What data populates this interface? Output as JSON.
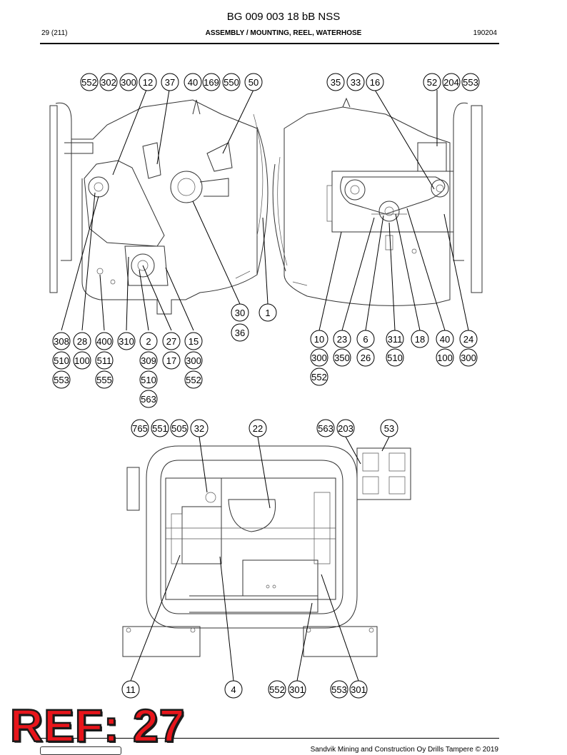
{
  "header": {
    "title": "BG 009 003 18 bB NSS",
    "page": "29 (211)",
    "section": "ASSEMBLY / MOUNTING, REEL, WATERHOSE",
    "code": "190204"
  },
  "footer": {
    "ref_stamp": "REF: 27",
    "copyright": "Sandvik Mining and Construction Oy Drills Tampere © 2019"
  },
  "callouts": {
    "left_top": [
      "552",
      "302",
      "300",
      "12",
      "37",
      "40",
      "169",
      "550",
      "50"
    ],
    "right_top": [
      "35",
      "33",
      "16",
      "52",
      "204",
      "553"
    ],
    "middle": [
      "30",
      "1",
      "36"
    ],
    "left_bottom_row1": [
      "308",
      "28",
      "400",
      "310",
      "2",
      "27",
      "15"
    ],
    "left_bottom_row2": [
      "510",
      "100",
      "511",
      "309",
      "17",
      "300"
    ],
    "left_bottom_row3": [
      "553",
      "555",
      "510",
      "552"
    ],
    "left_bottom_row4": [
      "563"
    ],
    "right_bottom_row1": [
      "10",
      "23",
      "6",
      "311",
      "18",
      "40",
      "24"
    ],
    "right_bottom_row2": [
      "300",
      "350",
      "26",
      "510",
      "100",
      "300"
    ],
    "right_bottom_row3": [
      "552"
    ],
    "plan_top": [
      "765",
      "551",
      "505",
      "32",
      "22",
      "563",
      "203",
      "53"
    ],
    "plan_bottom": [
      "11",
      "4",
      "552",
      "301",
      "553",
      "301"
    ]
  }
}
